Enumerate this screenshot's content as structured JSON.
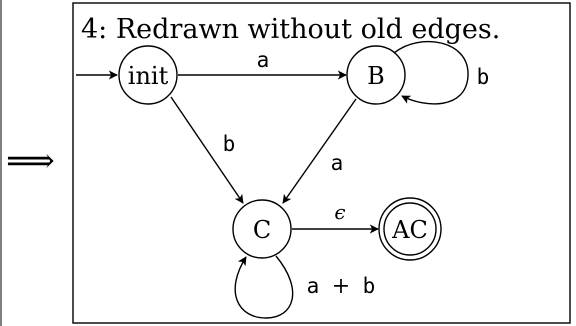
{
  "arrow_symbol": "⟹",
  "panel": {
    "title": "4: Redrawn without old edges."
  },
  "nodes": {
    "init": "init",
    "B": "B",
    "C": "C",
    "AC": "AC"
  },
  "edges": {
    "init_to_B": "a",
    "B_self": "b",
    "init_to_C": "b",
    "B_to_C": "a",
    "C_to_AC": "ϵ",
    "C_self_a": "a",
    "C_self_plus": "+",
    "C_self_b": "b"
  }
}
